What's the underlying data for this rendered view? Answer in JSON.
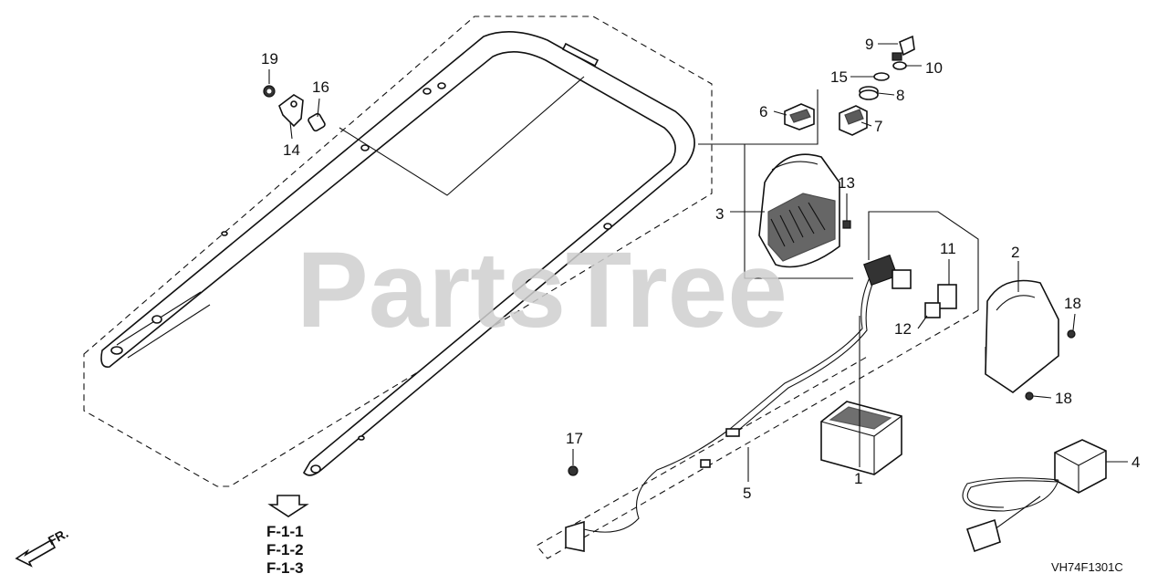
{
  "watermark": {
    "text": "PartsTree",
    "color": "#cfcfcf"
  },
  "diagram_code": "VH74F1301C",
  "direction_label": "FR.",
  "page_refs": [
    "F-1-1",
    "F-1-2",
    "F-1-3"
  ],
  "callouts": {
    "c1": "1",
    "c2": "2",
    "c3": "3",
    "c4": "4",
    "c5": "5",
    "c6": "6",
    "c7": "7",
    "c8": "8",
    "c9": "9",
    "c10": "10",
    "c11": "11",
    "c12": "12",
    "c13": "13",
    "c14": "14",
    "c15": "15",
    "c16": "16",
    "c17": "17",
    "c18a": "18",
    "c18b": "18",
    "c19": "19"
  },
  "parts": {
    "battery": "battery-icon",
    "cover": "side-cover-icon",
    "switch_box": "switch-box-icon",
    "charger": "charger-icon",
    "harness": "wire-harness-icon",
    "handle": "handle-icon"
  }
}
